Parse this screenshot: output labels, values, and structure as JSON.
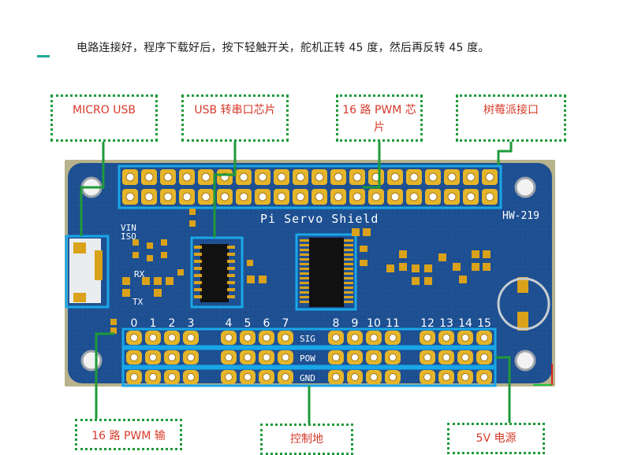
{
  "intro_text": "电路连接好，程序下载好后，按下轻触开关，舵机正转 45 度，然后再反转 45 度。",
  "labels": {
    "micro_usb": "MICRO USB",
    "usb_serial": "USB 转串口芯片",
    "pwm_chip": "16 路 PWM 芯片",
    "pi_header": "树莓派接口",
    "pwm_out": "16 路 PWM 输",
    "control_gnd": "控制地",
    "power_5v": "5V 电源"
  },
  "board": {
    "name": "Pi Servo Shield",
    "model": "HW-219",
    "vin": "VIN",
    "iso": "ISO",
    "rx": "RX",
    "tx": "TX",
    "sig": "SIG",
    "pow": "POW",
    "gnd": "GND",
    "channels": [
      "0",
      "1",
      "2",
      "3",
      "4",
      "5",
      "6",
      "7",
      "8",
      "9",
      "10",
      "11",
      "12",
      "13",
      "14",
      "15"
    ]
  },
  "colors": {
    "board": "#1d4f91",
    "callout": "#1f9a3a",
    "label_text": "#d63a2a",
    "highlight": "#19a7e8",
    "pad": "#d9a21a"
  }
}
